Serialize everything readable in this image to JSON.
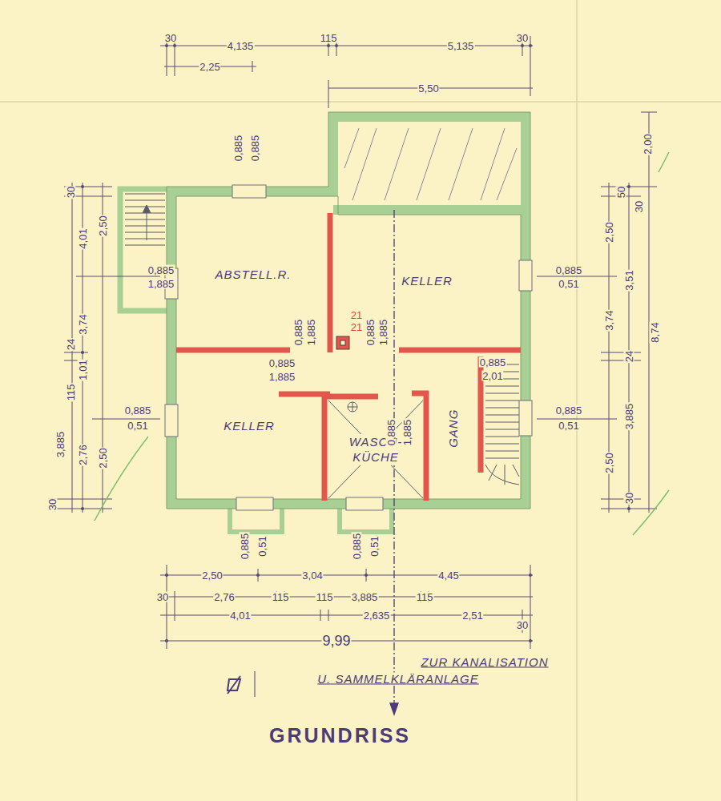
{
  "diagram": {
    "title": "GRUNDRISS",
    "nodes": [
      {
        "text": [
          "ABSTELL.R."
        ]
      },
      {
        "text": [
          "KELLER"
        ]
      },
      {
        "text": [
          "KELLER"
        ]
      },
      {
        "text": [
          "WASCH- KÜCHE"
        ]
      },
      {
        "text": [
          "GANG"
        ]
      }
    ],
    "labels": [
      "30",
      "4,135",
      "115",
      "5,135",
      "30",
      "2,25",
      "5,50",
      "0,885",
      "0,885",
      "30",
      "4,01",
      "2,50",
      "0,885",
      "1,885",
      "24",
      "3,74",
      "115",
      "1,01",
      "3,885",
      "2,76",
      "2,50",
      "30",
      "0,885",
      "0,51",
      "21",
      "21",
      "0,885",
      "1,885",
      "0,885",
      "1,885",
      "0,885",
      "1,885",
      "0,885",
      "2,01",
      "0,885",
      "1,885",
      "0,885",
      "0,51",
      "0,885",
      "0,51",
      "2,00",
      "50",
      "30",
      "2,50",
      "3,51",
      "3,74",
      "24",
      "8,74",
      "3,885",
      "2,50",
      "30",
      "0,885",
      "0,51",
      "0,885",
      "0,51",
      "2,50",
      "3,04",
      "4,45",
      "30",
      "2,76",
      "115",
      "115",
      "3,885",
      "115",
      "4,01",
      "2,635",
      "2,51",
      "30",
      "9,99",
      "ZUR KANALISATION",
      "U. SAMMELKLÄRANLAGE"
    ]
  }
}
